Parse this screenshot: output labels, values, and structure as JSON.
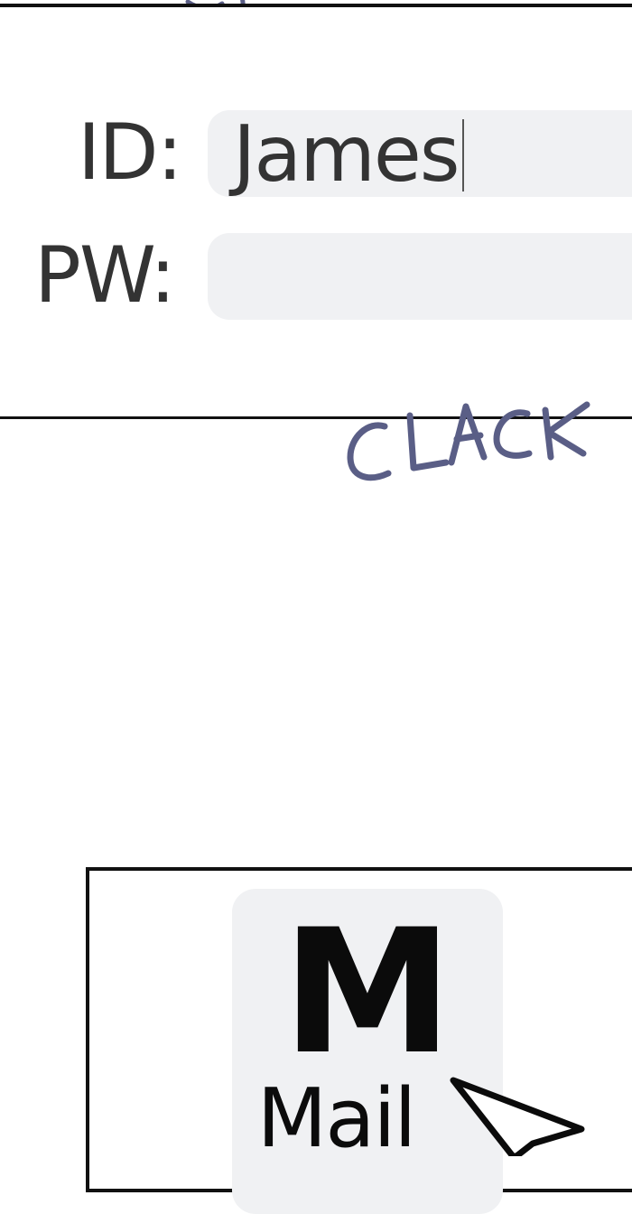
{
  "login": {
    "id_label": "ID:",
    "pw_label": "PW:",
    "id_value": "James",
    "pw_value": ""
  },
  "sfx": {
    "top_partial": "CK",
    "main": "CLACK"
  },
  "app": {
    "glyph": "M",
    "label": "Mail"
  },
  "colors": {
    "text": "#333333",
    "field_bg": "#f0f1f3",
    "sfx": "#5a5e86",
    "border": "#111111"
  },
  "icons": {
    "cursor": "mouse-pointer-icon",
    "app": "mail-app-icon"
  }
}
